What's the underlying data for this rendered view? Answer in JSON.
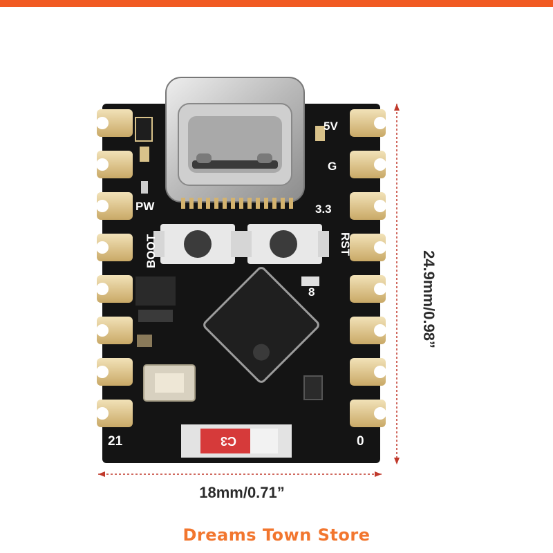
{
  "labels": {
    "left_top": "PW",
    "left_mid": "BOOT",
    "right_5v": "5V",
    "right_g": "G",
    "right_33": "3.3",
    "right_rst": "RST",
    "pin_8": "8",
    "pin_21": "21",
    "pin_0": "0",
    "antenna": "C3"
  },
  "dimensions": {
    "width": "18mm/0.71”",
    "height": "24.9mm/0.98”"
  },
  "store_name": "Dreams Town Store",
  "colors": {
    "accent_bar": "#f15a22",
    "store_text": "#f2762e",
    "dimension_line": "#c0392b",
    "pcb": "#121212"
  }
}
